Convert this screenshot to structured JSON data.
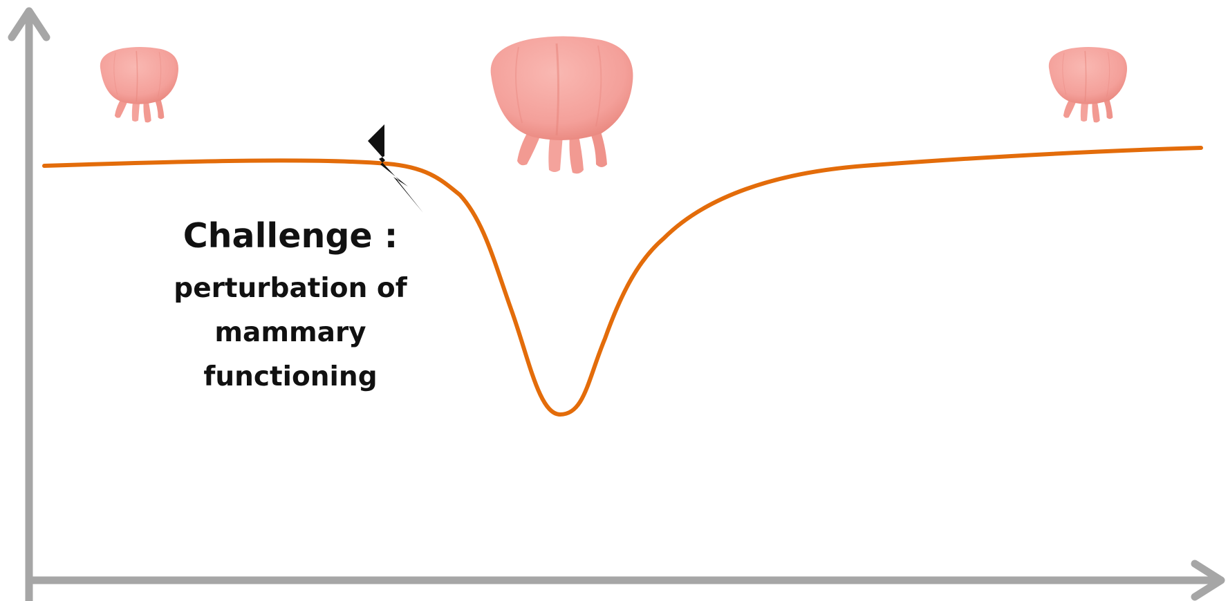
{
  "annotation": {
    "title": "Challenge :",
    "lines": [
      "perturbation of",
      "mammary",
      "functioning"
    ]
  },
  "icons": [
    "udder-icon",
    "lightning-bolt-icon"
  ],
  "colors": {
    "axis": "#a6a6a6",
    "curve": "#e36c0a",
    "udder_body": "#f4a09a",
    "udder_shadow": "#e8857c",
    "bolt": "#111111",
    "text": "#111111"
  }
}
